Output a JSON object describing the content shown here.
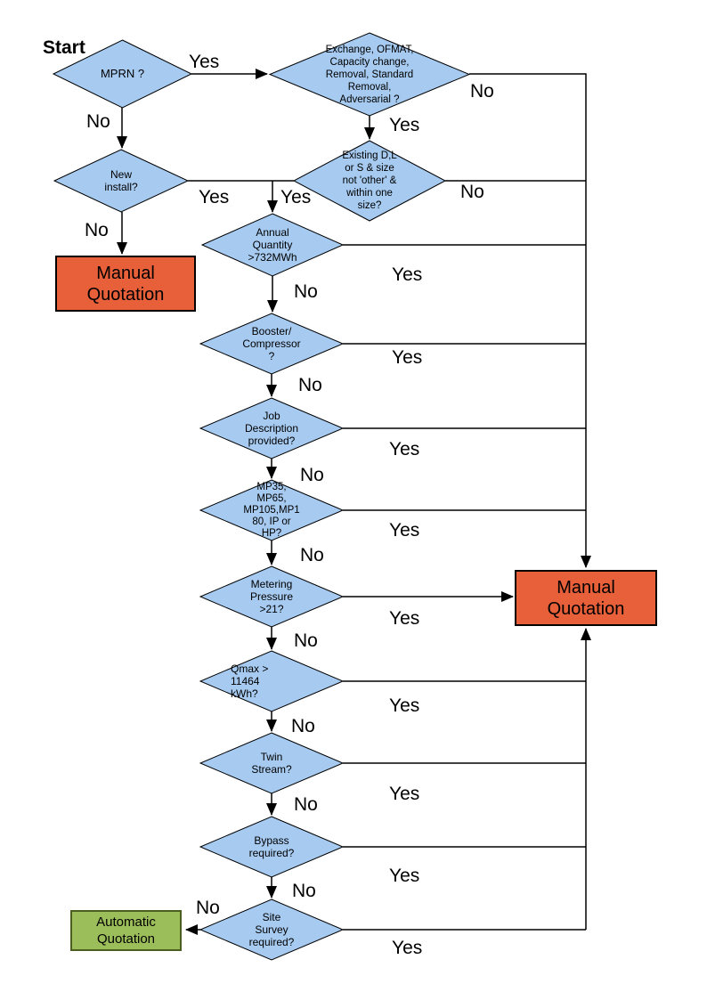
{
  "start_label": "Start",
  "edge_labels": {
    "yes": "Yes",
    "no": "No"
  },
  "colors": {
    "diamond_fill": "#a6caf0",
    "diamond_border": "#000000",
    "manual_fill": "#e8603a",
    "manual_border": "#000000",
    "auto_fill": "#9bbe5a",
    "auto_border": "#4b5e20",
    "connector": "#000000"
  },
  "nodes": {
    "mprn": {
      "label": "MPRN ?"
    },
    "exchange": {
      "label": "Exchange, OFMAT,\nCapacity change,\nRemoval, Standard\nRemoval,\nAdversarial ?"
    },
    "new_install": {
      "label": "New\ninstall?"
    },
    "existing": {
      "label": "Existing D,L\nor S & size\nnot 'other' &\nwithin one\nsize?"
    },
    "annual": {
      "label": "Annual\nQuantity\n>732MWh"
    },
    "booster": {
      "label": "Booster/\nCompressor\n?"
    },
    "job": {
      "label": "Job\nDescription\nprovided?"
    },
    "mp": {
      "label": "MP35,\nMP65,\nMP105,MP1\n80, IP or\nHP?"
    },
    "metering": {
      "label": "Metering\nPressure\n>21?"
    },
    "qmax": {
      "label": "Qmax >\n11464\nkWh?"
    },
    "twin": {
      "label": "Twin\nStream?"
    },
    "bypass": {
      "label": "Bypass\nrequired?"
    },
    "site_survey": {
      "label": "Site\nSurvey\nrequired?"
    },
    "manual_left": {
      "label": "Manual\nQuotation"
    },
    "manual_right": {
      "label": "Manual\nQuotation"
    },
    "auto": {
      "label": "Automatic\nQuotation"
    }
  }
}
